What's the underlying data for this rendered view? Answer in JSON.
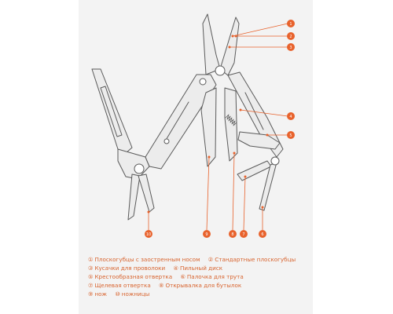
{
  "colors": {
    "panel": "#f3f3f3",
    "accent": "#e8622c",
    "legend_text": "#d8642f",
    "tool_stroke": "#5a5a5a",
    "tool_fill": "#ececec"
  },
  "callouts": [
    {
      "num": "1"
    },
    {
      "num": "2"
    },
    {
      "num": "3"
    },
    {
      "num": "4"
    },
    {
      "num": "5"
    },
    {
      "num": "6"
    },
    {
      "num": "7"
    },
    {
      "num": "8"
    },
    {
      "num": "9"
    },
    {
      "num": "10"
    }
  ],
  "legend": {
    "rows": [
      [
        {
          "marker": "①",
          "text": "Плоскогубцы с заостренным носом"
        },
        {
          "marker": "②",
          "text": "Стандартные плоскогубцы"
        }
      ],
      [
        {
          "marker": "③",
          "text": "Кусачки для проволоки"
        },
        {
          "marker": "④",
          "text": "Пильный диск"
        }
      ],
      [
        {
          "marker": "⑤",
          "text": "Крестообразная отвертка"
        },
        {
          "marker": "⑥",
          "text": "Палочка для трута"
        }
      ],
      [
        {
          "marker": "⑦",
          "text": "Щелевая отвертка"
        },
        {
          "marker": "⑧",
          "text": "Открывалка для бутылок"
        }
      ],
      [
        {
          "marker": "⑨",
          "text": "нож"
        },
        {
          "marker": "⑩",
          "text": "ножницы"
        }
      ]
    ]
  }
}
